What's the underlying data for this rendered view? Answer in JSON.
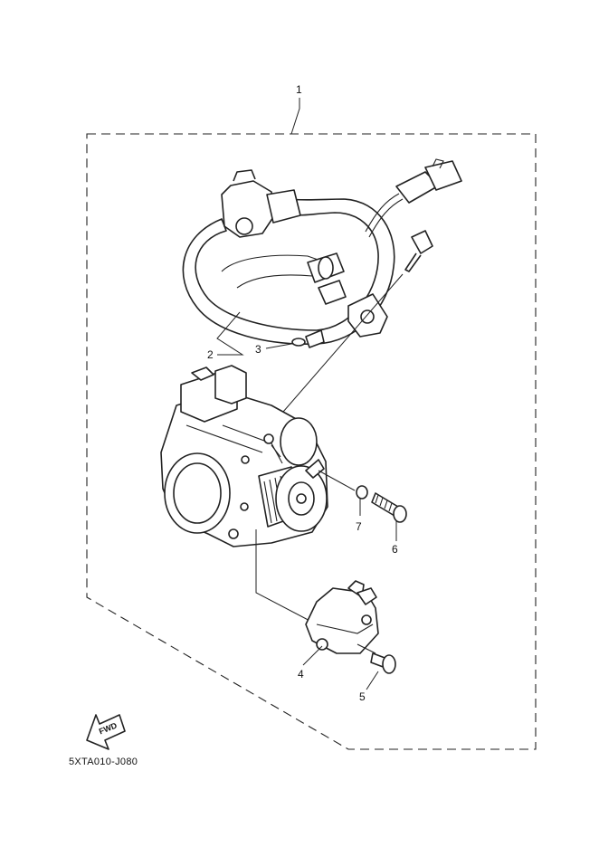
{
  "diagram": {
    "drawing_code": "5XTA010-J080",
    "fwd_arrow_label": "FWD",
    "callouts": [
      {
        "id": "1",
        "label": "1"
      },
      {
        "id": "2",
        "label": "2"
      },
      {
        "id": "3",
        "label": "3"
      },
      {
        "id": "4",
        "label": "4"
      },
      {
        "id": "5",
        "label": "5"
      },
      {
        "id": "6",
        "label": "6"
      },
      {
        "id": "7",
        "label": "7"
      }
    ]
  }
}
